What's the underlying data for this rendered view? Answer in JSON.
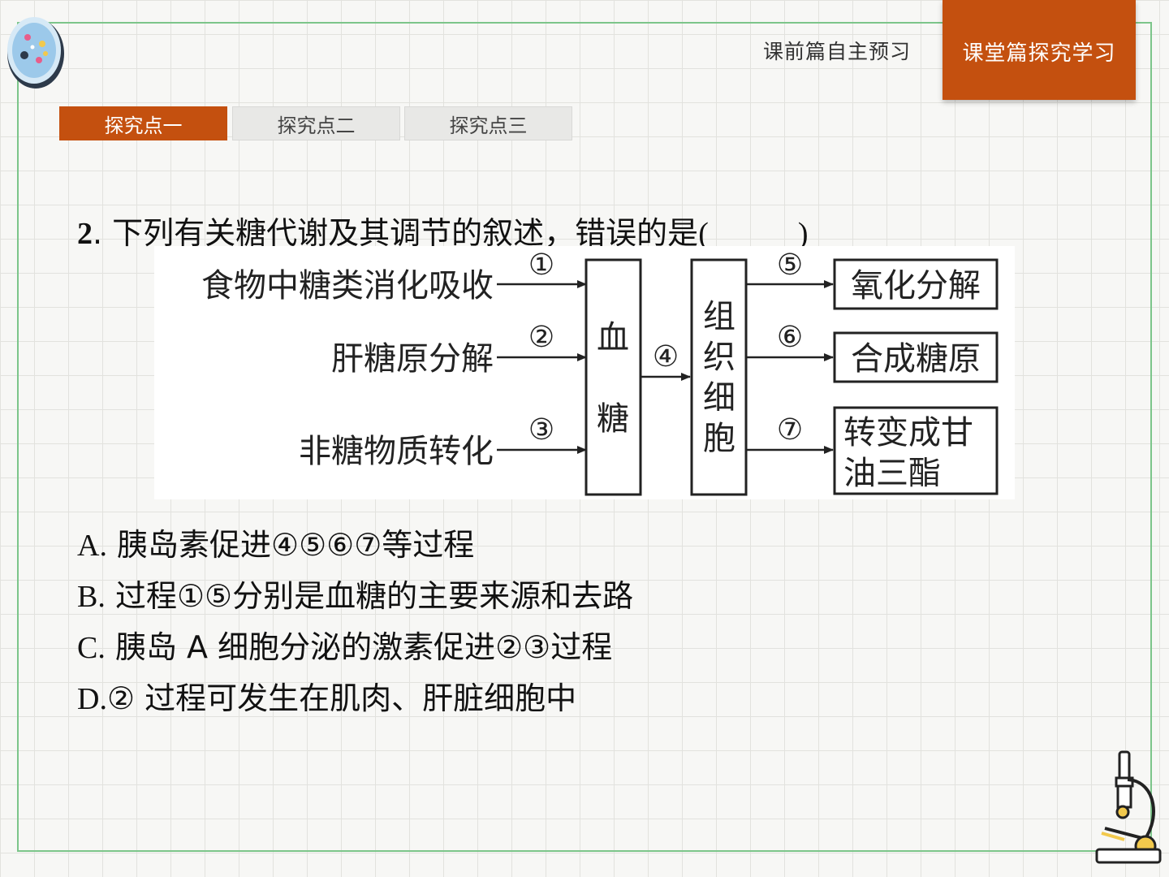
{
  "header": {
    "nav_inactive": "课前篇自主预习",
    "nav_active": "课堂篇探究学习"
  },
  "subtabs": [
    "探究点一",
    "探究点二",
    "探究点三"
  ],
  "question": {
    "number": "2",
    "text": "下列有关糖代谢及其调节的叙述，错误的是",
    "paren_open": "(",
    "paren_close": ")"
  },
  "diagram": {
    "sources": [
      "食物中糖类消化吸收",
      "肝糖原分解",
      "非糖物质转化"
    ],
    "source_arrows": [
      "①",
      "②",
      "③"
    ],
    "blood_sugar": [
      "血",
      "糖"
    ],
    "middle_arrow": "④",
    "tissue_cells": [
      "组",
      "织",
      "细",
      "胞"
    ],
    "output_arrows": [
      "⑤",
      "⑥",
      "⑦"
    ],
    "outputs": [
      "氧化分解",
      "合成糖原",
      "转变成甘",
      "油三酯"
    ]
  },
  "options": [
    {
      "letter": "A.",
      "text": " 胰岛素促进④⑤⑥⑦等过程"
    },
    {
      "letter": "B.",
      "text": " 过程①⑤分别是血糖的主要来源和去路"
    },
    {
      "letter": "C.",
      "text": " 胰岛 A 细胞分泌的激素促进②③过程"
    },
    {
      "letter": "D.",
      "text": "② 过程可发生在肌肉、肝脏细胞中"
    }
  ],
  "colors": {
    "accent": "#c4500f",
    "frame": "#7cc58a",
    "grid": "#e2e2de"
  }
}
